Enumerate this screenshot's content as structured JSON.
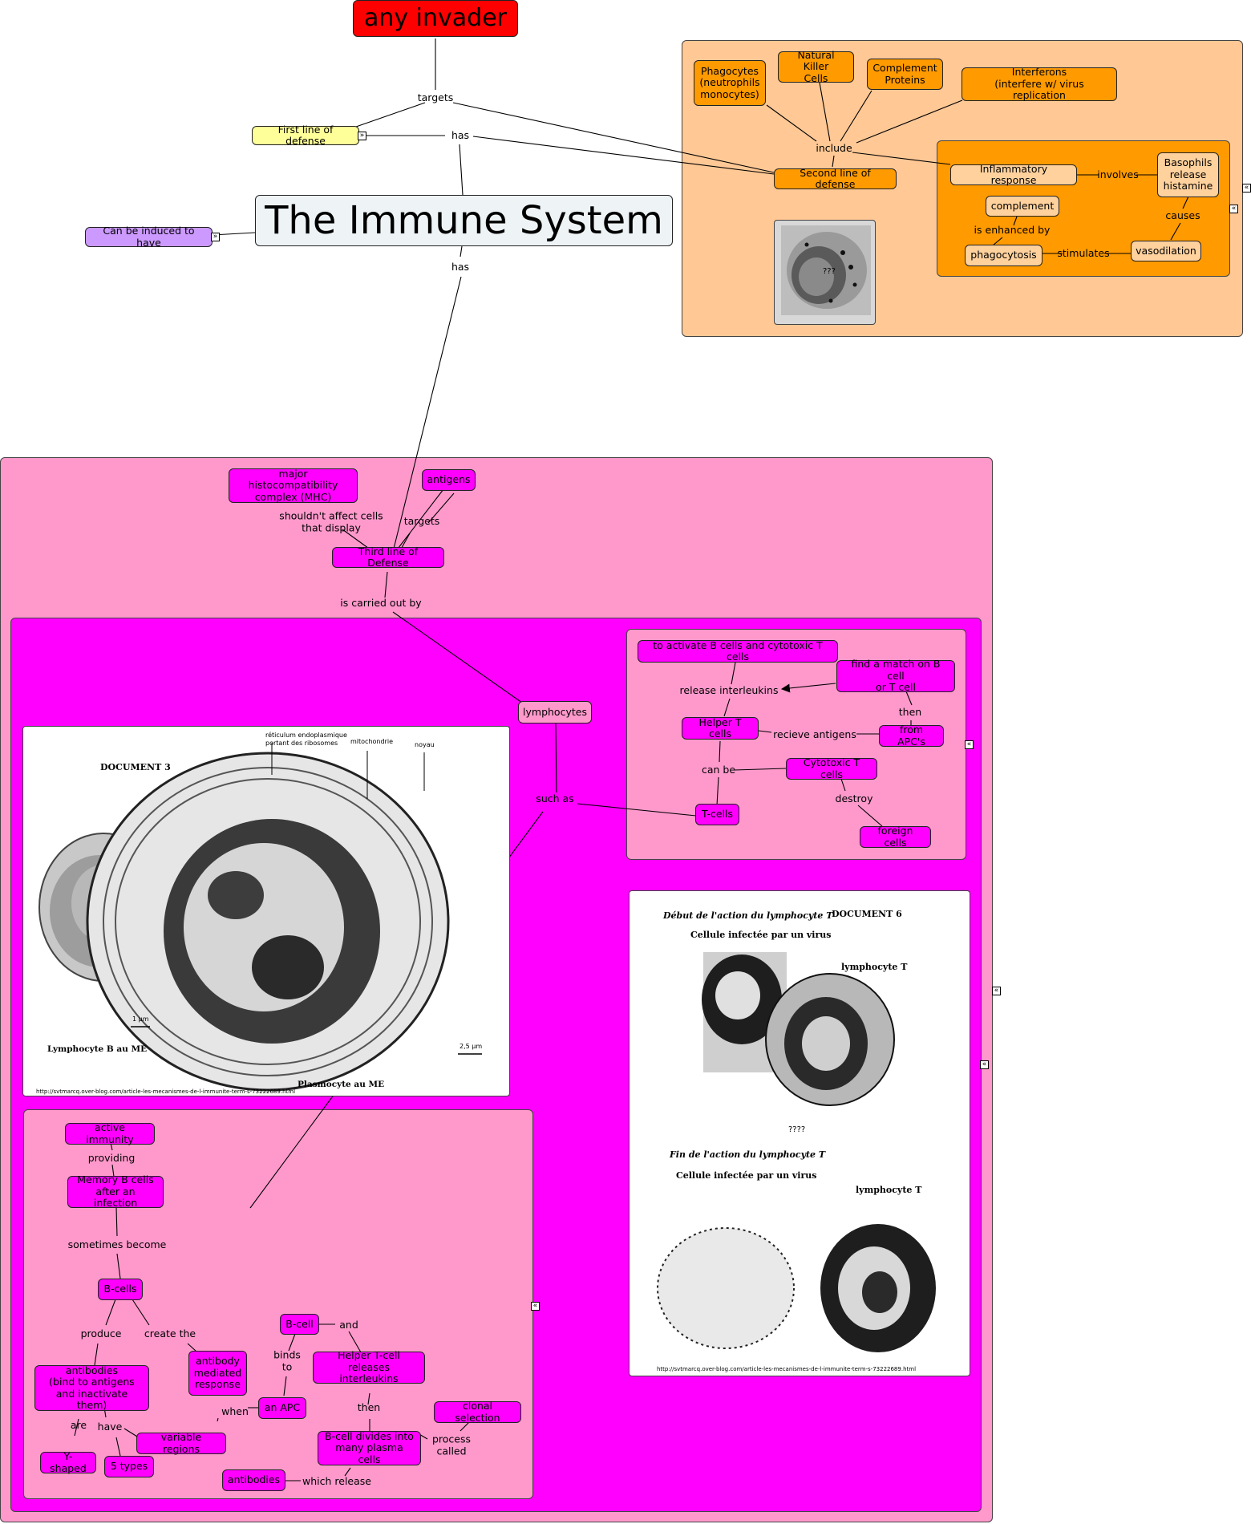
{
  "colors": {
    "magenta": "#ff00ff",
    "pink_group": "#ff99cc",
    "orange": "#ff9a00",
    "peach": "#ffc895",
    "yellow": "#ffff99",
    "purple": "#cc99ff",
    "red": "#ff0000",
    "title_bg": "#eef4f6"
  },
  "top": {
    "invader": "any invader",
    "targets": "targets",
    "first_line": "First line of defense",
    "has_top": "has",
    "title": "The Immune System",
    "induced": "Can be induced to have",
    "has_bottom": "has"
  },
  "second_line": {
    "phagocytes": "Phagocytes\n(neutrophils\nmonocytes)",
    "nk_cells": "Natural Killer\nCells",
    "complement_proteins": "Complement\nProteins",
    "interferons": "Interferons\n(interfere w/ virus replication",
    "include": "include",
    "second_line": "Second line of defense",
    "inflammatory": "Inflammatory response",
    "involves": "involves",
    "basophils": "Basophils\nrelease\nhistamine",
    "causes": "causes",
    "complement": "complement",
    "is_enhanced_by": "is enhanced by",
    "phagocytosis": "phagocytosis",
    "stimulates": "stimulates",
    "vasodilation": "vasodilation",
    "img_question": "???"
  },
  "third_line": {
    "mhc": "major histocompatibility\ncomplex (MHC)",
    "antigens": "antigens",
    "shouldnt": "shouldn't affect cells\nthat display",
    "targets": "targets",
    "third_line": "Third line of Defense",
    "carried_out": "is carried out by",
    "lymphocytes": "lymphocytes",
    "such_as": "such as"
  },
  "tcell": {
    "activate": "to activate B cells and cytotoxic T cells",
    "find_match": "find a match on B cell\nor T cell",
    "release_il": "release interleukins",
    "then": "then",
    "helper": "Helper T cells",
    "recieve": "recieve antigens",
    "from_apc": "from APC's",
    "can_be": "can be",
    "cytotoxic": "Cytotoxic T cells",
    "destroy": "destroy",
    "tcells": "T-cells",
    "foreign": "foreign cells"
  },
  "doc3": {
    "title": "DOCUMENT 3",
    "ret": "réticulum endoplasmique\nportant des ribosomes",
    "mito": "mitochondrie",
    "noyau": "noyau",
    "scale1": "1 µm",
    "scale2": "2,5 µm",
    "lymph_b": "Lymphocyte B au ME",
    "plasmo": "Plasmocyte au ME",
    "url": "http://svtmarcq.over-blog.com/article-les-mecanismes-de-l-immunite-term-s-73222689.html"
  },
  "doc6": {
    "debut": "Début de l'action du lymphocyte T",
    "title": "DOCUMENT 6",
    "cellule1": "Cellule infectée par un virus",
    "lymphT1": "lymphocyte T",
    "q": "????",
    "fin": "Fin de l'action du lymphocyte T",
    "cellule2": "Cellule infectée par un virus",
    "lymphT2": "lymphocyte T",
    "url": "http://svtmarcq.over-blog.com/article-les-mecanismes-de-l-immunite-term-s-73222689.html"
  },
  "bcell": {
    "active": "active immunity",
    "providing": "providing",
    "memory": "Memory B cells\nafter an infection",
    "sometimes": "sometimes become",
    "bcells": "B-cells",
    "produce": "produce",
    "create": "create the",
    "antibodies_node": "antibodies\n(bind to antigens\nand inactivate them)",
    "ab_mediated": "antibody\nmediated\nresponse",
    "are": "are",
    "have": "have",
    "yshaped": "Y-shaped",
    "five_types": "5 types",
    "variable": "variable regions",
    "bcell": "B-cell",
    "and": "and",
    "binds_to": "binds\nto",
    "helper_rel": "Helper T-cell\nreleases interleukins",
    "apc": "an APC",
    "when": "when",
    "then": "then",
    "clonal": "clonal selection",
    "divides": "B-cell divides into\nmany plasma cells",
    "process_called": "process\ncalled",
    "antibodies2": "antibodies",
    "which_release": "which release"
  }
}
